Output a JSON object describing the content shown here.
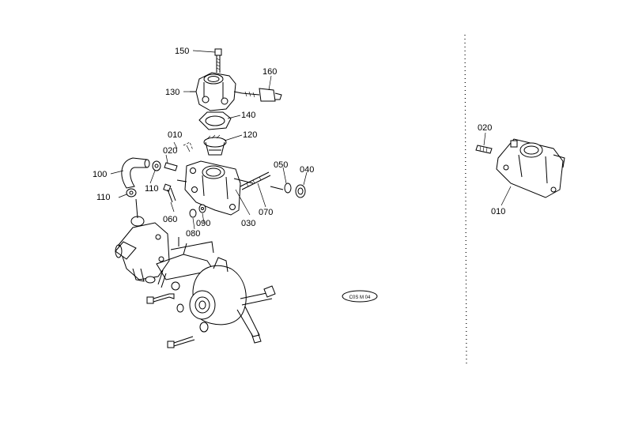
{
  "stamp_code": "C0S M 04",
  "main_callouts": [
    "150",
    "160",
    "130",
    "140",
    "120",
    "010",
    "020",
    "100",
    "110",
    "110",
    "050",
    "040",
    "070",
    "030",
    "060",
    "080",
    "090"
  ],
  "inset_callouts": [
    "020",
    "010"
  ]
}
